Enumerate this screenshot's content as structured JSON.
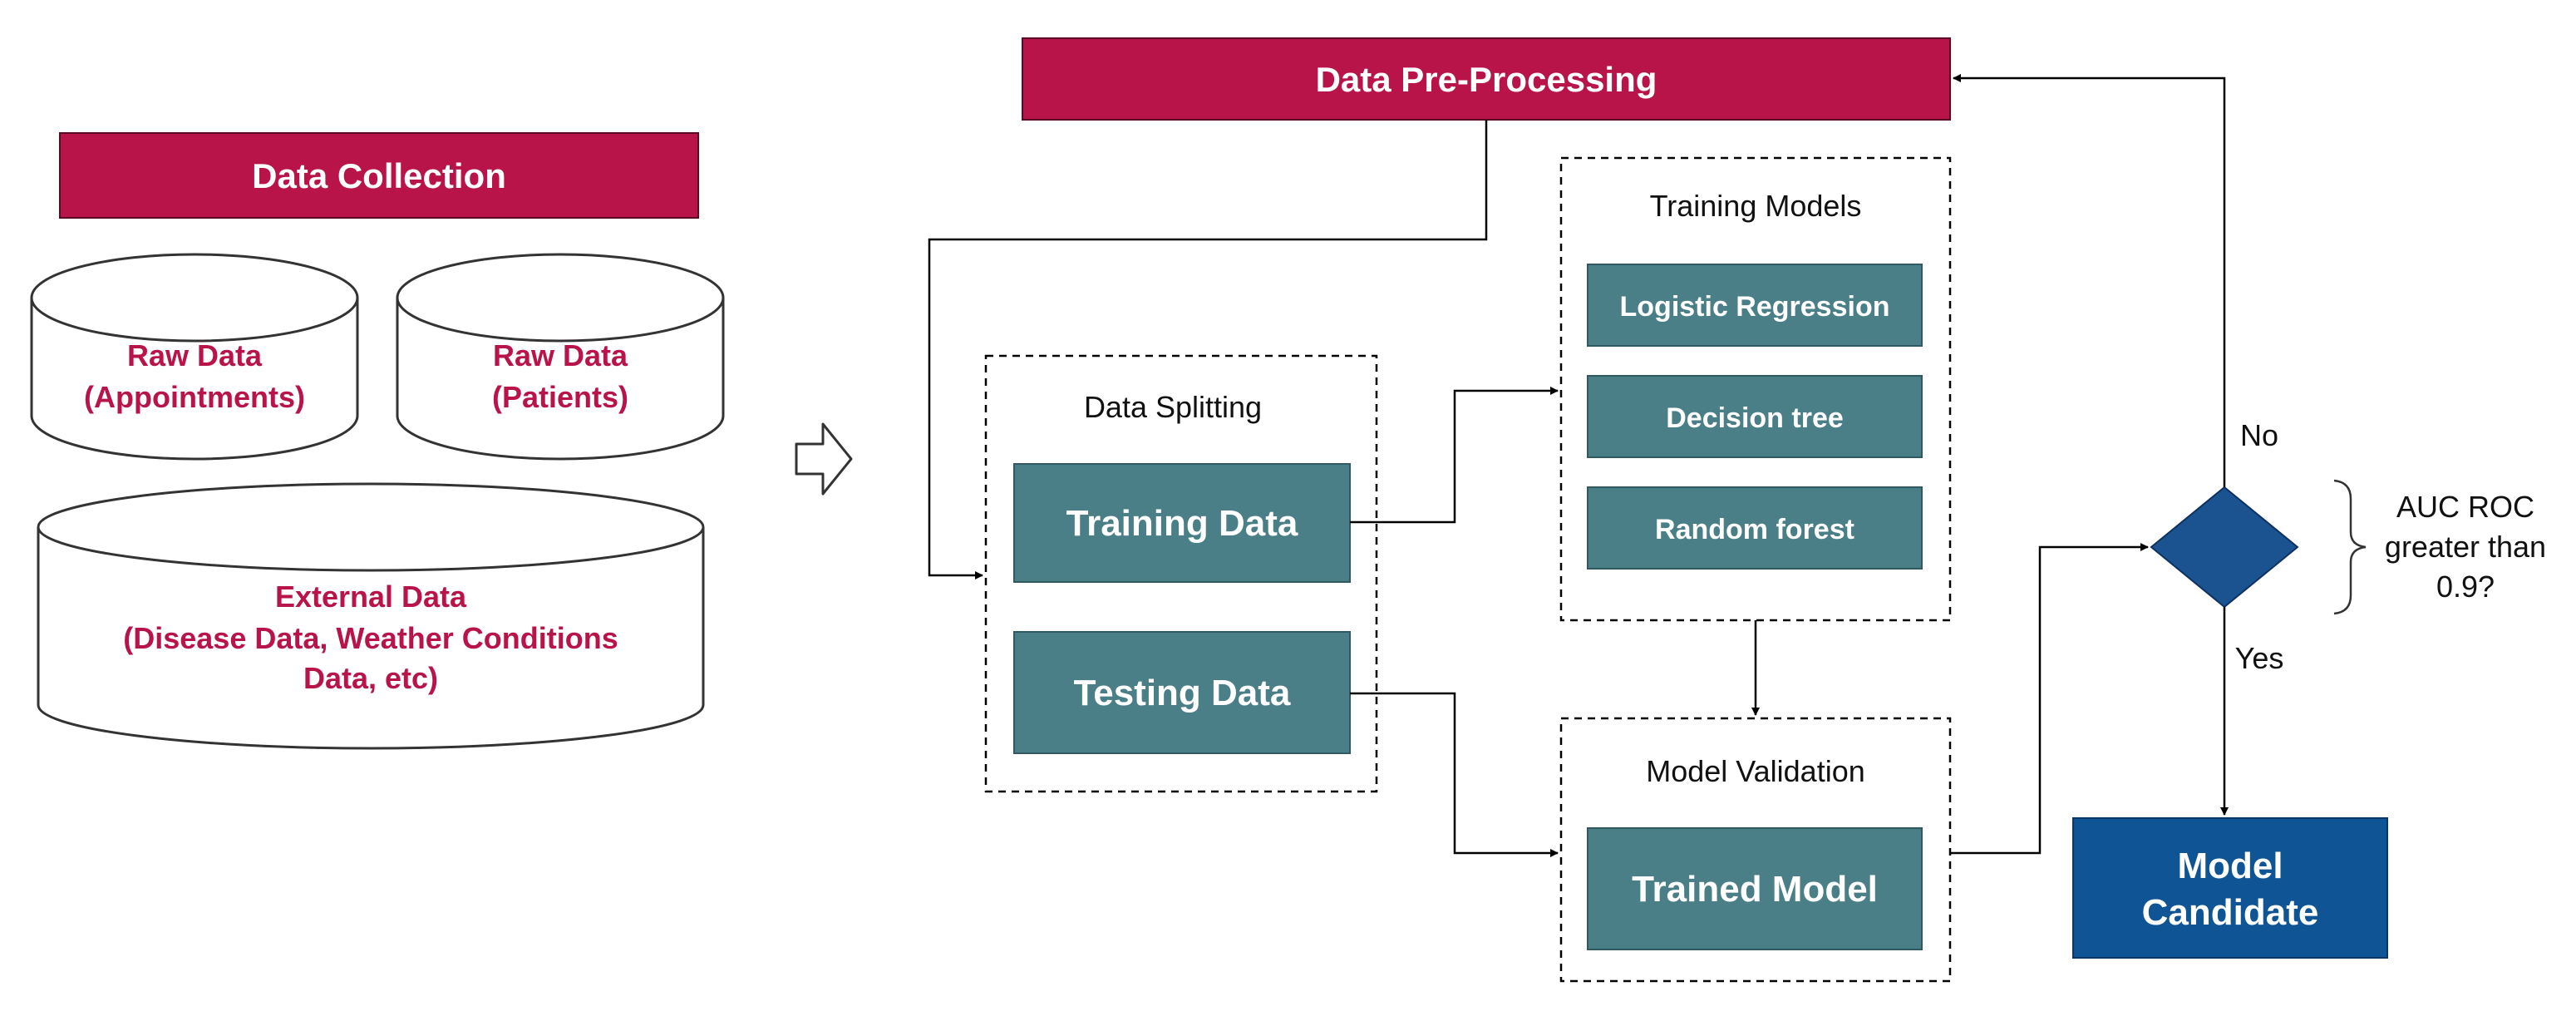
{
  "colors": {
    "header": "#b81449",
    "header_text": "#ffffff",
    "db_text": "#b81449",
    "teal": "#4b7f88",
    "teal_border": "#2f5a61",
    "navy": "#0f5596",
    "diamond": "#1b5290",
    "line": "#000000"
  },
  "data_collection": {
    "title": "Data Collection",
    "appointments_line1": "Raw Data",
    "appointments_line2": "(Appointments)",
    "patients_line1": "Raw Data",
    "patients_line2": "(Patients)",
    "external_line1": "External Data",
    "external_line2": "(Disease Data, Weather Conditions",
    "external_line3": "Data, etc)"
  },
  "preprocessing": {
    "title": "Data Pre-Processing"
  },
  "splitting": {
    "title": "Data Splitting",
    "training": "Training Data",
    "testing": "Testing Data"
  },
  "training_models": {
    "title": "Training Models",
    "models": [
      "Logistic Regression",
      "Decision tree",
      "Random forest"
    ]
  },
  "validation": {
    "title": "Model Validation",
    "trained": "Trained Model"
  },
  "decision": {
    "no": "No",
    "yes": "Yes",
    "question_line1": "AUC ROC",
    "question_line2": "greater than",
    "question_line3": "0.9?"
  },
  "candidate": {
    "line1": "Model",
    "line2": "Candidate"
  }
}
